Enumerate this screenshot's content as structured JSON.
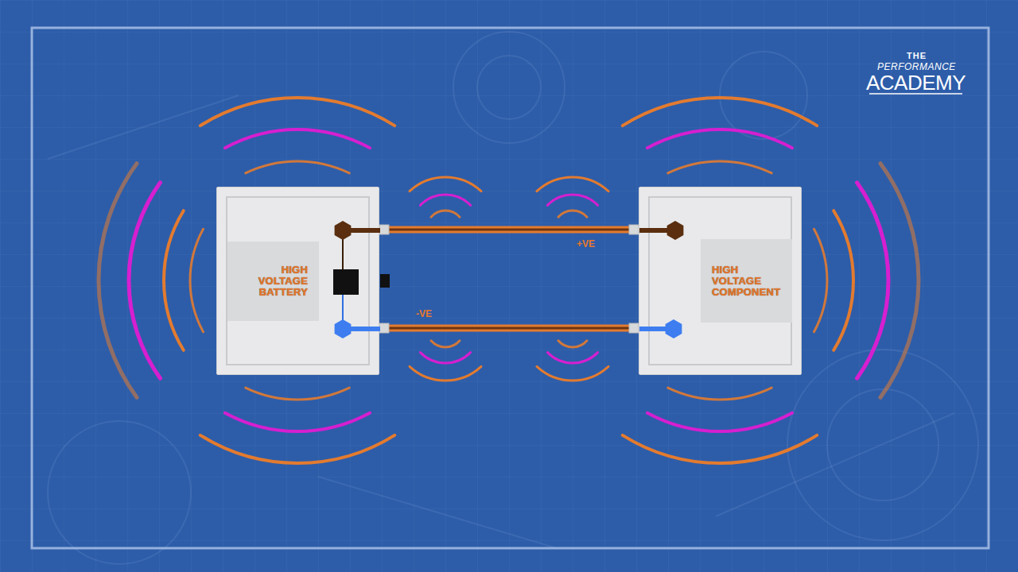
{
  "diagram": {
    "nodes": [
      {
        "text": [
          "HIGH VOLTAGE BATTERY"
        ]
      },
      {
        "text": [
          "HIGH VOLTAGE COMPONENT"
        ]
      }
    ],
    "edges": [
      {
        "from": 0,
        "to": 1,
        "arrow": "none",
        "label": "+VE"
      },
      {
        "from": 0,
        "to": 1,
        "arrow": "none",
        "label": "-VE"
      }
    ],
    "labels": [
      "THE",
      "PERFORMANCE",
      "ACADEMY"
    ]
  }
}
